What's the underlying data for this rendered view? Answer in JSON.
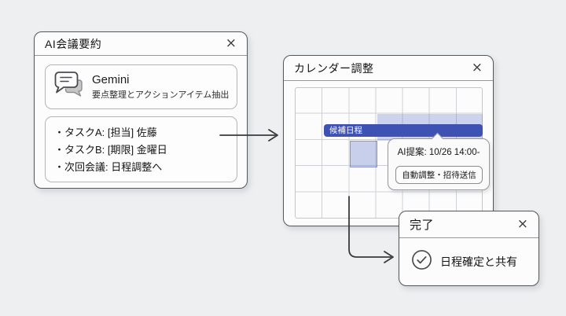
{
  "window_ai_summary": {
    "title": "AI会議要約",
    "close": "×",
    "gemini_name": "Gemini",
    "gemini_desc": "要点整理とアクションアイテム抽出",
    "tasks": [
      "・タスクA: [担当] 佐藤",
      "・タスクB: [期限] 金曜日",
      "・次回会議: 日程調整へ"
    ]
  },
  "window_calendar": {
    "title": "カレンダー調整",
    "close": "×",
    "grid": {
      "columns": 7,
      "rows": 5
    },
    "event_bar_label": "候補日程",
    "tooltip_text": "AI提案: 10/26 14:00-",
    "tooltip_button": "自動調整・招待送信"
  },
  "window_done": {
    "title": "完了",
    "close": "×",
    "status_text": "日程確定と共有"
  },
  "icons": {
    "gemini": "chat-bubbles-icon",
    "done": "check-circle-icon",
    "close": "close-icon"
  },
  "colors": {
    "page_background": "#edeff1",
    "card_background": "#fcfcfc",
    "event_bar_blue": "#3d52b2",
    "highlight_lavender": "#ccd2ee",
    "arrow_stroke": "#3a3a3e"
  }
}
